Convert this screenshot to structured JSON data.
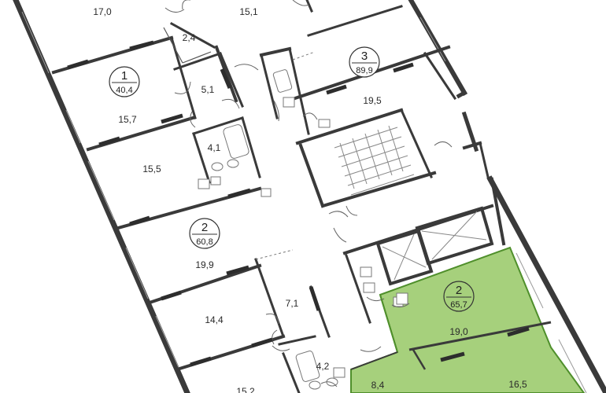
{
  "colors": {
    "highlight_fill": "#a6d07c",
    "highlight_stroke": "#4f8f2b",
    "wall": "#3a3a3a",
    "window_band": "#2d2d2d"
  },
  "rooms": [
    {
      "id": "r1",
      "label": "17,0"
    },
    {
      "id": "r2",
      "label": "15,1"
    },
    {
      "id": "r3",
      "label": "2,4"
    },
    {
      "id": "r4",
      "label": "5,1"
    },
    {
      "id": "r5",
      "label": "15,7"
    },
    {
      "id": "r6",
      "label": "4,1"
    },
    {
      "id": "r7",
      "label": "15,5"
    },
    {
      "id": "r8",
      "label": "19,5"
    },
    {
      "id": "r9",
      "label": "19,9"
    },
    {
      "id": "r10",
      "label": "7,1"
    },
    {
      "id": "r11",
      "label": "14,4"
    },
    {
      "id": "r12",
      "label": "4,2"
    },
    {
      "id": "r13",
      "label": "15,2"
    },
    {
      "id": "r14",
      "label": "19,0"
    },
    {
      "id": "r15",
      "label": "8,4"
    },
    {
      "id": "r16",
      "label": "16,5"
    }
  ],
  "apartments": [
    {
      "id": "a1",
      "rooms": "1",
      "area": "40,4",
      "selected": false
    },
    {
      "id": "a2",
      "rooms": "2",
      "area": "60,8",
      "selected": false
    },
    {
      "id": "a3",
      "rooms": "3",
      "area": "89,9",
      "selected": false
    },
    {
      "id": "a4",
      "rooms": "2",
      "area": "65,7",
      "selected": true
    }
  ]
}
